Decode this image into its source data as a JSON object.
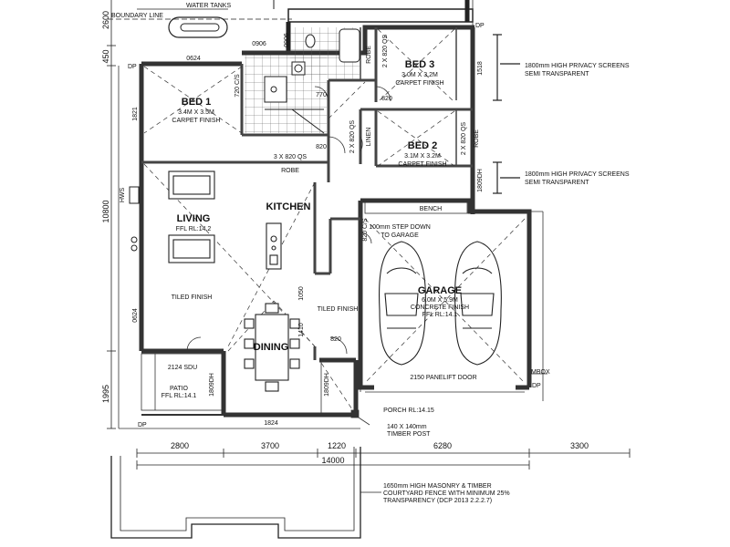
{
  "rooms": {
    "bed1": {
      "name": "BED 1",
      "size": "3.4M X 3.5M",
      "finish": "CARPET FINISH"
    },
    "bed2": {
      "name": "BED 2",
      "size": "3.1M X 3.2M",
      "finish": "CARPET FINISH"
    },
    "bed3": {
      "name": "BED 3",
      "size": "3.0M X 3.2M",
      "finish": "CARPET FINISH"
    },
    "living": {
      "name": "LIVING",
      "ffl": "FFL RL:14.2"
    },
    "kitchen": {
      "name": "KITCHEN"
    },
    "dining": {
      "name": "DINING"
    },
    "garage": {
      "name": "GARAGE",
      "size": "6.0M X 5.9M",
      "finish": "CONCRETE FINISH",
      "ffl": "FFL RL:14.1"
    },
    "patio": {
      "name": "PATIO",
      "ffl": "FFL RL:14.1"
    }
  },
  "labels": {
    "water_tanks": "WATER TANKS",
    "boundary_line": "BOUNDARY LINE",
    "robe": "ROBE",
    "linen": "LINEN",
    "bench": "BENCH",
    "step_down_1": "100mm STEP DOWN",
    "step_down_2": "TO GARAGE",
    "tiled_finish": "TILED FINISH",
    "panelift_door": "2150 PANELIFT DOOR",
    "porch": "PORCH RL:14.15",
    "timber_post_1": "140 X 140mm",
    "timber_post_2": "TIMBER POST",
    "sdu": "2124 SDU",
    "mbox": "MBOX",
    "dp": "DP",
    "hws": "HWS",
    "privacy_1": "1800mm HIGH PRIVACY SCREENS",
    "privacy_2": "SEMI TRANSPARENT",
    "fence_1": "1650mm HIGH MASONRY & TIMBER",
    "fence_2": "COURTYARD FENCE WITH MINIMUM 25%",
    "fence_3": "TRANSPARENCY (DCP 2013 2.2.2.7)"
  },
  "doors": {
    "d0906a": "0906",
    "d0906b": "0906",
    "d0624a": "0624",
    "d0624b": "0624",
    "d720cs": "720 C/S",
    "d770": "770",
    "d820a": "820",
    "d820b": "820",
    "d820c": "820",
    "d820cs": "820 C/S",
    "d1821": "1821",
    "d1518": "1518",
    "d1809a": "1809DH",
    "d1809b": "1809DH",
    "d1809c": "1809DH",
    "d1824": "1824",
    "robe_3x820": "3 X 820 QS",
    "robe_2x820_a": "2 X 820 QS",
    "robe_2x820_b": "2 X 820 QS",
    "robe_2x820_c": "2 X 820 QS",
    "d1050": "1050",
    "d1410": "1410"
  },
  "dims": {
    "top": [
      "2800",
      "3700",
      "1220",
      "6280",
      "3300"
    ],
    "total": "14000",
    "left": [
      "2600",
      "450",
      "10800",
      "1995"
    ]
  }
}
